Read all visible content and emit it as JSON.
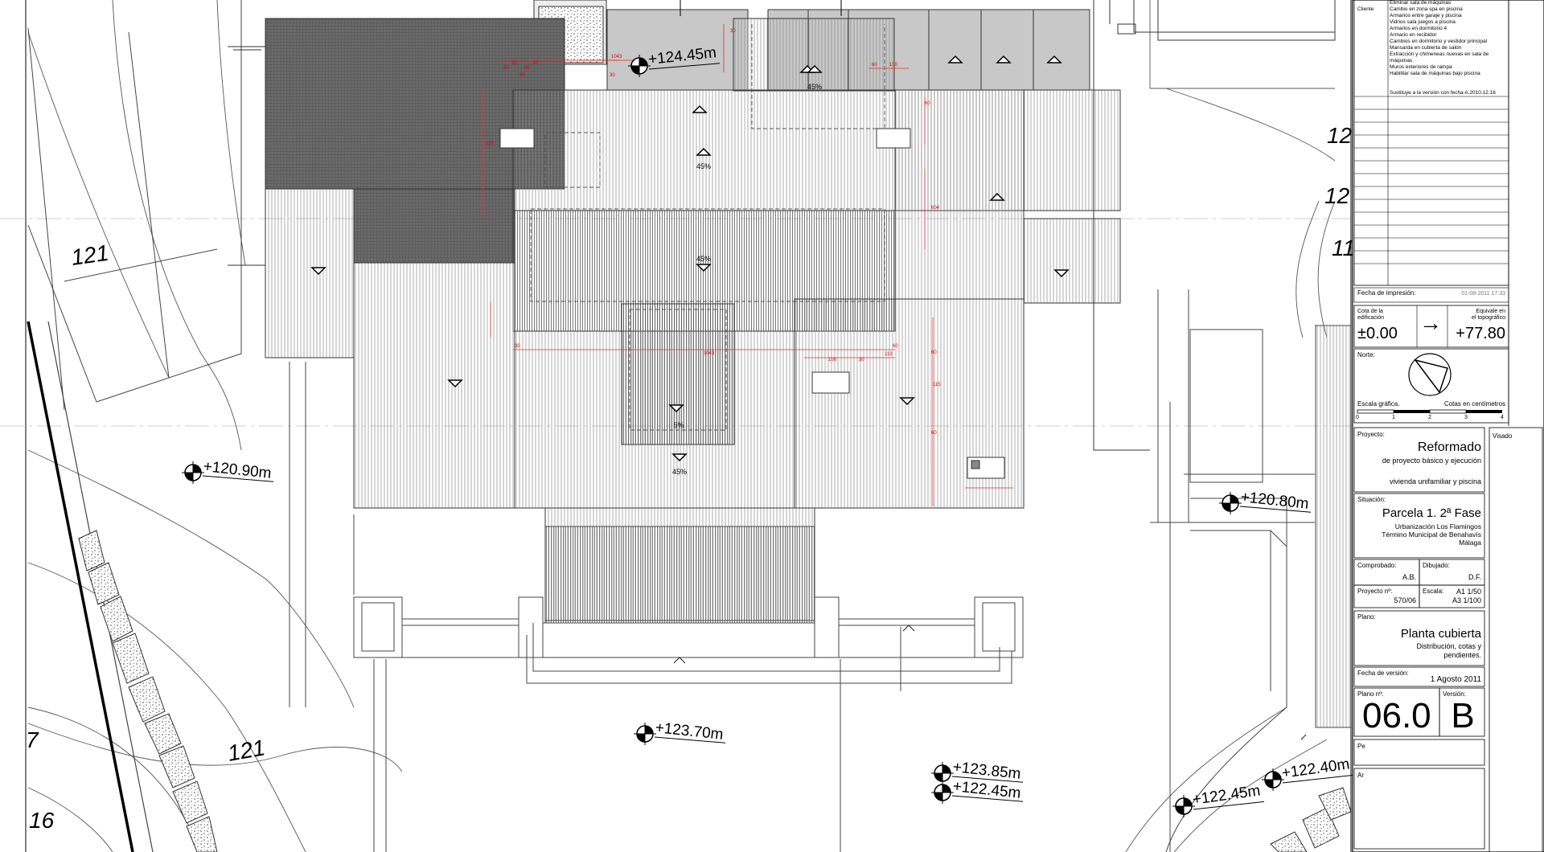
{
  "drawing": {
    "levels": [
      "+124.45m",
      "+120.90m",
      "+120.80m",
      "+123.70m",
      "+123.85m",
      "+122.45m",
      "+122.45m",
      "+122.40m"
    ],
    "contours": [
      "121",
      "121",
      "12",
      "12",
      "11",
      "16",
      "7"
    ],
    "slopes": [
      "45%",
      "45%",
      "45%",
      "5%",
      "45%"
    ],
    "dimensions": [
      "1043",
      "30",
      "30",
      "30",
      "30",
      "30",
      "30",
      "30",
      "60",
      "100",
      "197",
      "30",
      "100",
      "30",
      "60",
      "113",
      "60",
      "115",
      "60",
      "1043",
      "604",
      "60"
    ]
  },
  "title_block": {
    "revisions": {
      "client_label": "Cliente",
      "items": [
        "Eliminar sala de máquinas",
        "Cambio en zona spa en piscina",
        "Armarios entre garaje y piscina",
        "Vidrios sala juegos a piscina",
        "Armarios en dormitorio 4",
        "Armario en recibidor",
        "Cambios en dormitorio y vestidor principal",
        "Mansarda en cubierta de salón",
        "Extracción y chimeneas nuevas en sala de máquinas",
        "Muros exteriores de rampa",
        "Habilitar sala de máquinas bajo piscina"
      ],
      "replaces": "Sustituye a la versión con fecha A.2010.12.16"
    },
    "print_date_label": "Fecha de impresión:",
    "print_date": "01-08-2011 17:33",
    "cota_label_1": "Cota de la",
    "cota_label_2": "edificación",
    "cota_value": "±0.00",
    "arrow": "→",
    "equiv_label_1": "Equivale en",
    "equiv_label_2": "el topográfico",
    "equiv_value": "+77.80",
    "north_label": "Norte:",
    "scale_label": "Escala gráfica.",
    "units_label": "Cotas en centímetros",
    "scale_ticks": [
      "0",
      "1",
      "2",
      "3",
      "4"
    ],
    "project_label": "Proyecto:",
    "visado_label": "Visado",
    "project_title": "Reformado",
    "project_sub_1": "de proyecto básico y ejecución",
    "project_sub_2": "vivienda unifamiliar y piscina",
    "location_label": "Situación:",
    "location_title": "Parcela 1. 2ª Fase",
    "location_1": "Urbanización Los Flamingos",
    "location_2": "Término Municipal de Benahavís",
    "location_3": "Málaga",
    "checked_label": "Comprobado:",
    "checked_value": "A.B.",
    "drawn_label": "Dibujado:",
    "drawn_value": "D.F.",
    "project_no_label": "Proyecto nº:",
    "project_no": "570/06",
    "scale_label2": "Escala:",
    "scale_a1": "A1 1/50",
    "scale_a3": "A3 1/100",
    "plan_label": "Plano:",
    "plan_title": "Planta cubierta",
    "plan_sub_1": "Distribución, cotas y",
    "plan_sub_2": "pendientes.",
    "version_date_label": "Fecha de versión:",
    "version_date": "1 Agosto 2011",
    "plan_no_label": "Plano nº:",
    "plan_no": "06.0",
    "version_label": "Versión:",
    "version": "B",
    "pe_label": "Pe",
    "ar_label": "Ar"
  }
}
